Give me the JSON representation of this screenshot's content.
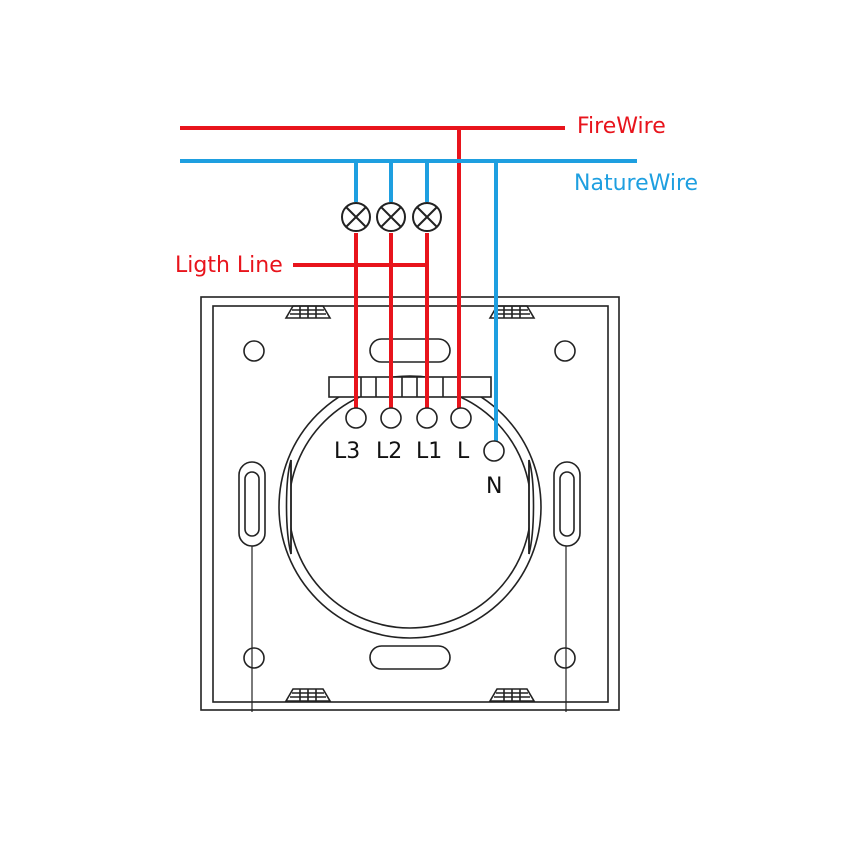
{
  "labels": {
    "fire_wire": "FireWire",
    "nature_wire": "NatureWire",
    "light_line": "Ligth Line"
  },
  "terminals": {
    "l3": "L3",
    "l2": "L2",
    "l1": "L1",
    "l": "L",
    "n": "N"
  },
  "colors": {
    "fire": "#e8141c",
    "nature": "#1e9fe0",
    "outline": "#222222"
  }
}
